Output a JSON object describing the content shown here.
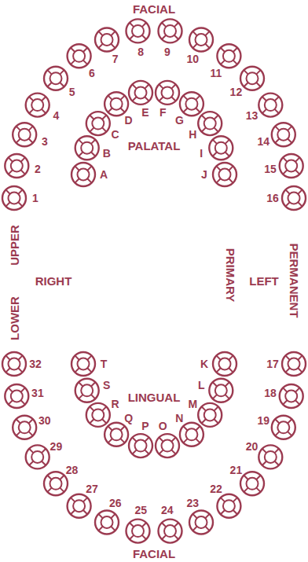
{
  "diagram": {
    "labels": [
      "FACIAL",
      "1",
      "2",
      "3",
      "4",
      "5",
      "6",
      "7",
      "8",
      "9",
      "10",
      "11",
      "12",
      "13",
      "14",
      "15",
      "16",
      "A",
      "B",
      "C",
      "D",
      "E",
      "F",
      "G",
      "H",
      "I",
      "J",
      "PALATAL",
      "UPPER",
      "RIGHT",
      "LOWER",
      "PRIMARY",
      "LEFT",
      "PERMANENT",
      "17",
      "18",
      "19",
      "20",
      "21",
      "22",
      "23",
      "24",
      "25",
      "26",
      "27",
      "28",
      "29",
      "30",
      "31",
      "32",
      "K",
      "L",
      "M",
      "N",
      "O",
      "P",
      "Q",
      "R",
      "S",
      "T",
      "LINGUAL",
      "FACIAL"
    ]
  }
}
